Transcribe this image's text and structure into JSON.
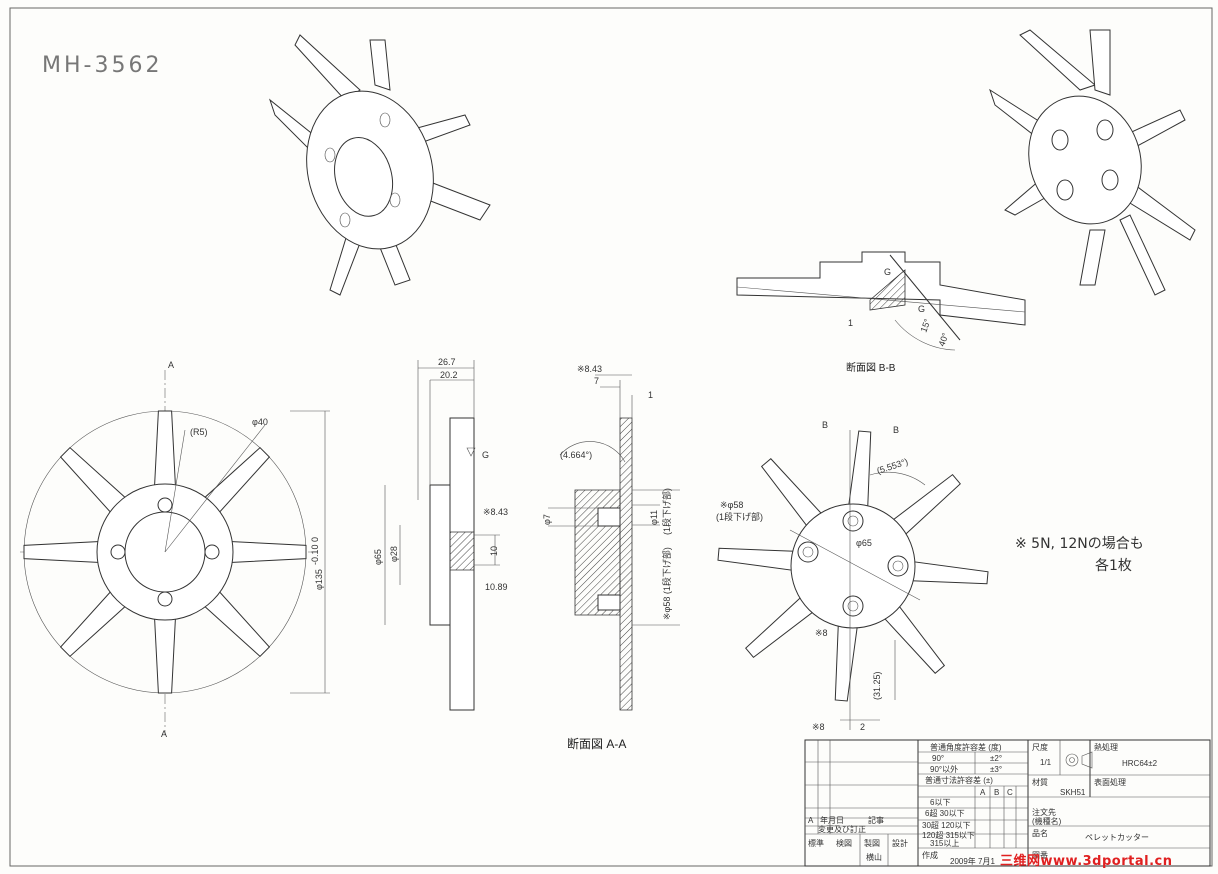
{
  "drawing_number": "MH-3562",
  "section_bb_title": "断面図 B-B",
  "section_aa_title": "断面図 A-A",
  "note": {
    "line1": "※ 5N, 12Nの場合も",
    "line2": "各1枚"
  },
  "front_view": {
    "marker_a_top": "A",
    "marker_a_bottom": "A",
    "dim_r5": "(R5)",
    "dim_d40": "φ40",
    "dim_d135": "φ135",
    "dim_d135_tol": "-0.10 0"
  },
  "side_view": {
    "dim_26_7": "26.7",
    "dim_20_2": "20.2",
    "dim_8_43": "※8.43",
    "dim_65": "φ65",
    "dim_28": "φ28",
    "dim_10": "10",
    "dim_10_89": "10.89",
    "surface_mark": "G"
  },
  "section_aa": {
    "dim_8_43": "※8.43",
    "dim_7_top": "7",
    "dim_1": "1",
    "dim_angle": "(4.664°)",
    "dim_7_side": "φ7",
    "dim_11": "φ11",
    "dim_58": "※φ58 (1段下げ部)",
    "dim_11_sub": "(1段下げ部)"
  },
  "section_bb": {
    "mark_g1": "G",
    "mark_g2": "G",
    "dim_1": "1",
    "dim_15": "15°",
    "dim_40": "40°"
  },
  "right_view": {
    "label_b1": "B",
    "label_b2": "B",
    "dim_angle": "(5.553°)",
    "dim_58": "※φ58",
    "dim_58_sub": "(1段下げ部)",
    "dim_65": "φ65",
    "dim_8": "※8",
    "dim_31_25": "(31.25)",
    "dim_8_bottom": "※8",
    "dim_2": "2"
  },
  "title_block": {
    "angle_tol_header": "普通角度許容差 (度)",
    "angle_row1_a": "90°",
    "angle_row1_b": "±2°",
    "angle_row2_a": "90°以外",
    "angle_row2_b": "±3°",
    "dim_tol_header": "普通寸法許容差 (±)",
    "col_a": "A",
    "col_b": "B",
    "col_c": "C",
    "tol_rows": [
      "6以下",
      "6超 30以下",
      "30超 120以下",
      "120超 315以下",
      "315以上"
    ],
    "scale_label": "尺度",
    "scale_value": "1/1",
    "projection_label": "熱処理",
    "heat_treat_value": "HRC64±2",
    "material_label": "材質",
    "material_value": "SKH51",
    "surface_label": "表面処理",
    "customer_label": "注文先",
    "customer_sub": "(機種名)",
    "part_name_label": "品名",
    "part_name_value": "ペレットカッター",
    "rev_label": "A",
    "date_label": "年月日",
    "change_label": "記事",
    "change_history": "変更及び訂正",
    "std_label": "標準",
    "approve_label": "検図",
    "check_label": "製図",
    "design_label": "設計",
    "designer_value": "横山",
    "created_label": "作成",
    "created_date": "2009年 7月1",
    "drawing_no_label": "図番"
  },
  "watermark": "三维网www.3dportal.cn"
}
